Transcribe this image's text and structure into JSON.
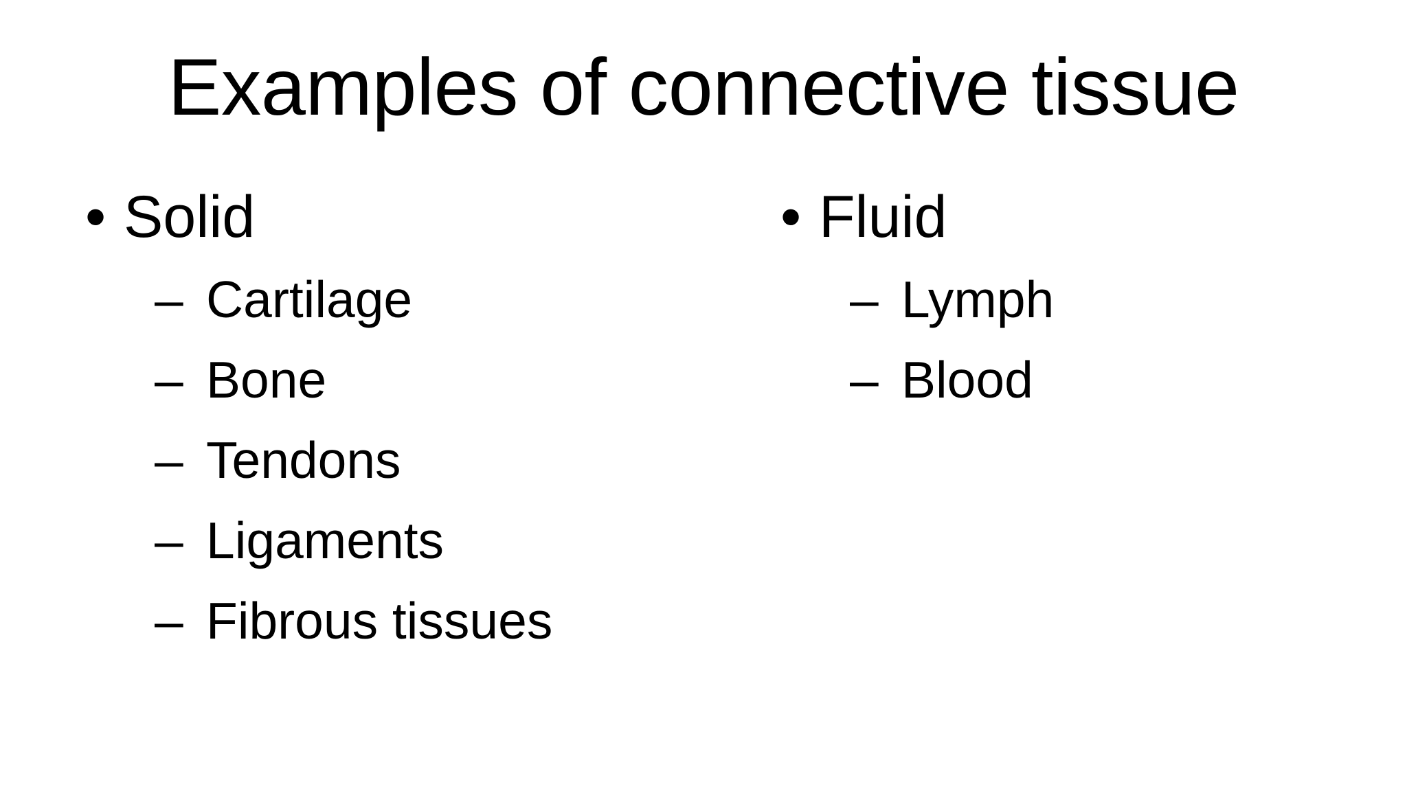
{
  "slide": {
    "title": "Examples of connective tissue",
    "background_color": "#ffffff",
    "text_color": "#000000",
    "markers": {
      "level1_bullet": "•",
      "level2_bullet": "–"
    },
    "columns": [
      {
        "heading": "Solid",
        "items": [
          "Cartilage",
          "Bone",
          "Tendons",
          "Ligaments",
          "Fibrous tissues"
        ]
      },
      {
        "heading": "Fluid",
        "items": [
          "Lymph",
          "Blood"
        ]
      }
    ]
  }
}
